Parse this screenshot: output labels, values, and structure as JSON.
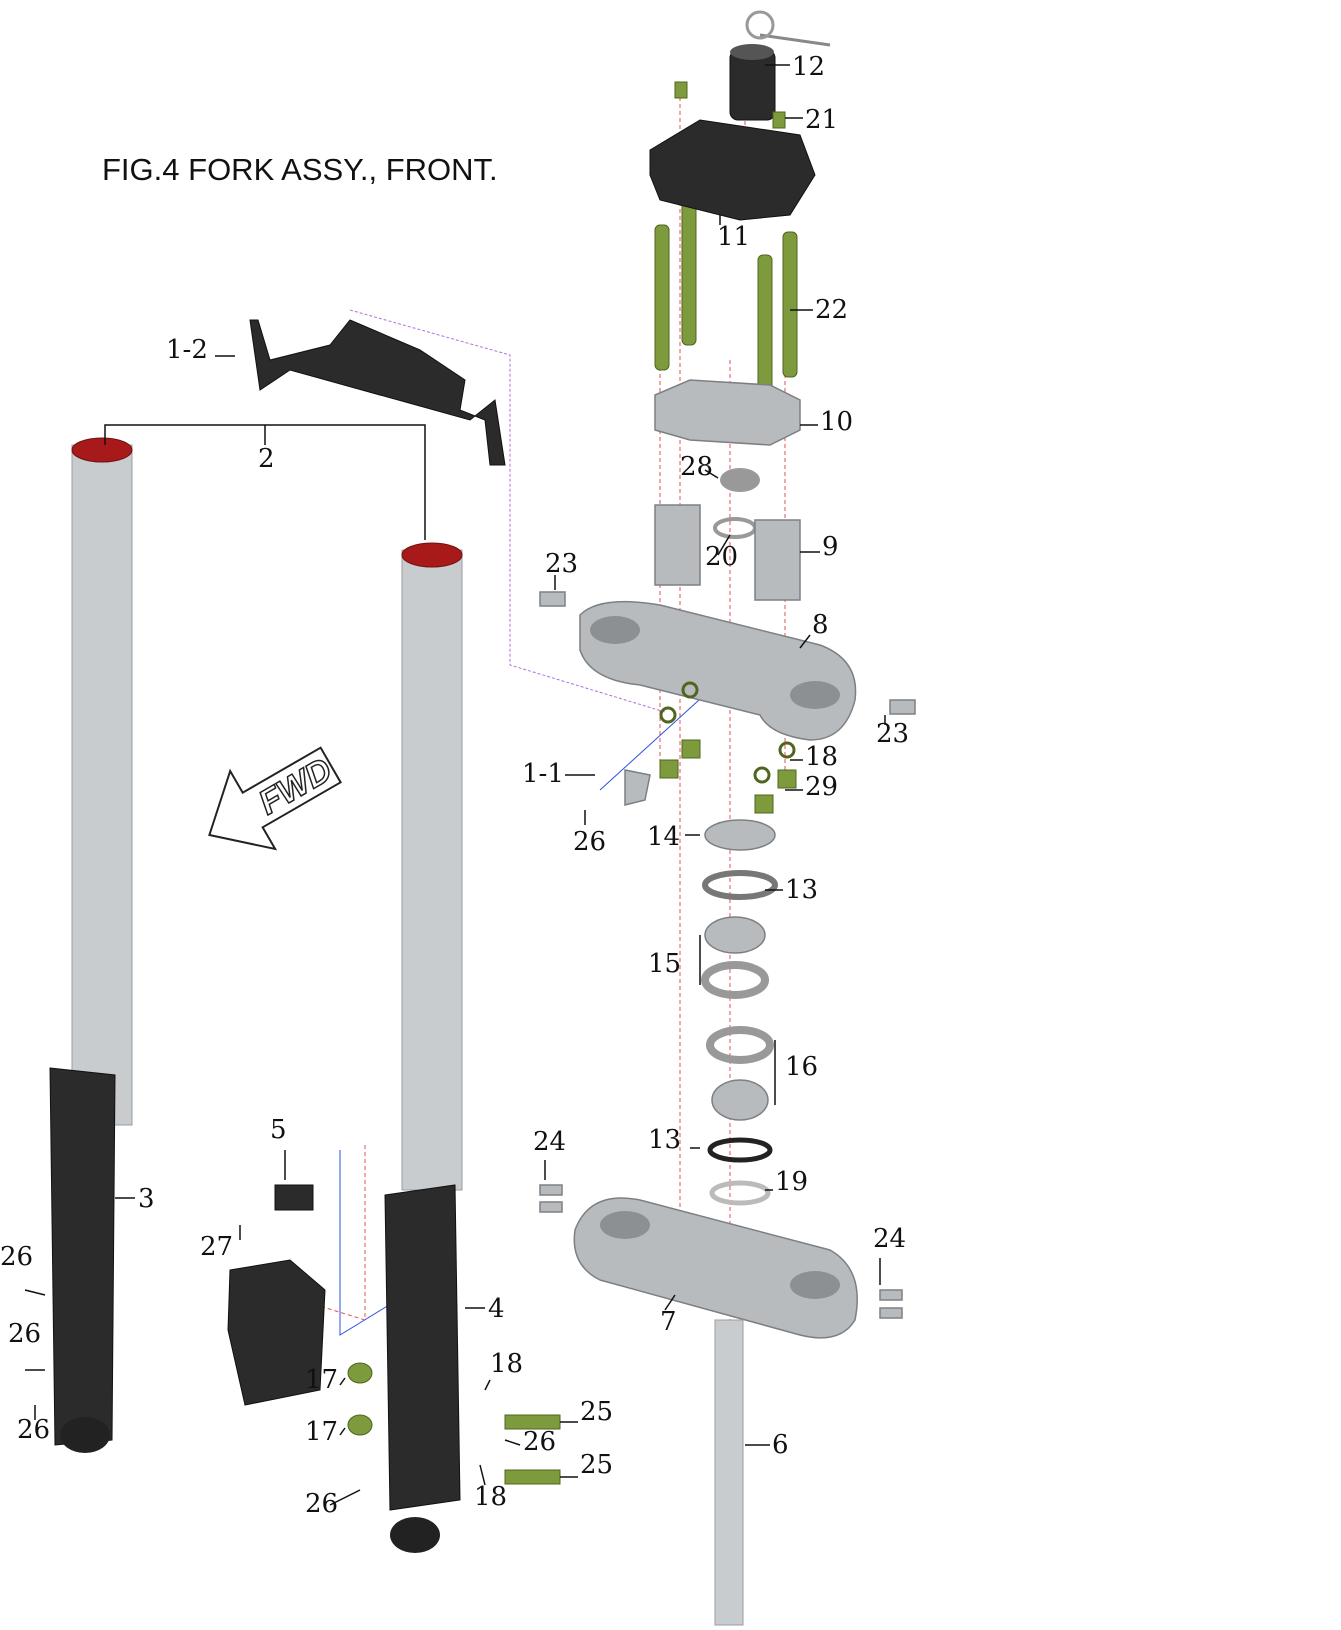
{
  "title": "FIG.4 FORK ASSY., FRONT.",
  "fwd_label": "FWD",
  "labels": [
    "12",
    "21",
    "11",
    "22",
    "10",
    "28",
    "20",
    "9",
    "23",
    "8",
    "23",
    "18",
    "29",
    "1-1",
    "26",
    "14",
    "13",
    "15",
    "16",
    "13",
    "19",
    "24",
    "24",
    "7",
    "6",
    "1-2",
    "2",
    "3",
    "4",
    "5",
    "27",
    "26",
    "26",
    "26",
    "17",
    "17",
    "18",
    "18",
    "25",
    "25",
    "26",
    "26"
  ]
}
